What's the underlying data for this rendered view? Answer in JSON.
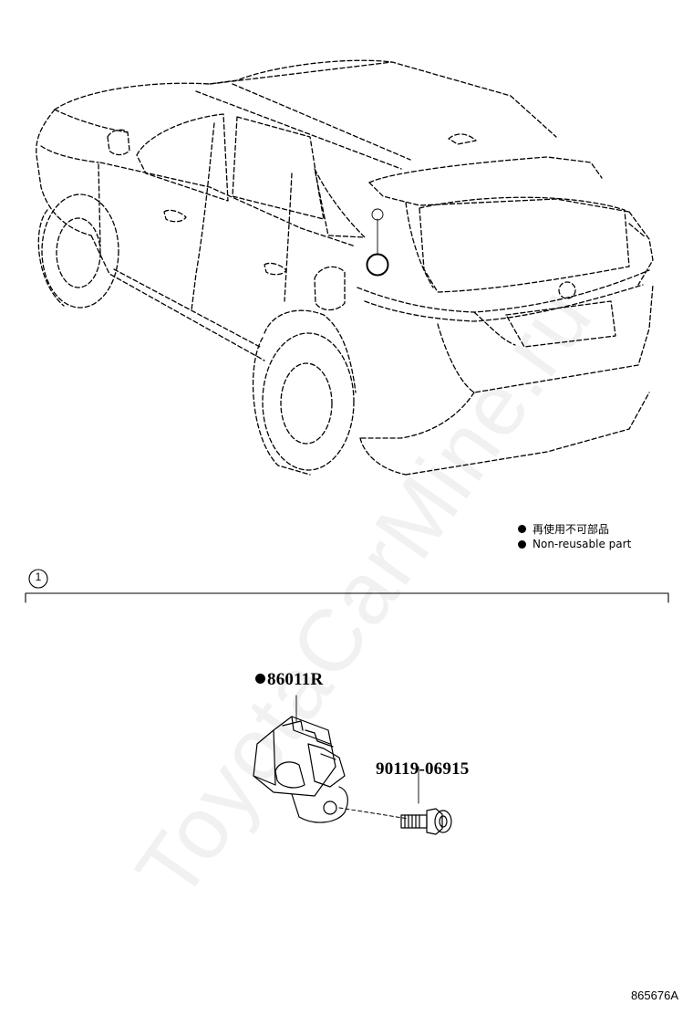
{
  "watermark": "ToyotaCarMine.ru",
  "legend": {
    "line_jp": "再使用不可部品",
    "line_en": "Non-reusable part"
  },
  "callout": {
    "number": "1"
  },
  "parts": {
    "sensor": {
      "number": "86011R",
      "non_reusable": true
    },
    "bolt": {
      "number": "90119-06915"
    }
  },
  "diagram_id": "865676A"
}
